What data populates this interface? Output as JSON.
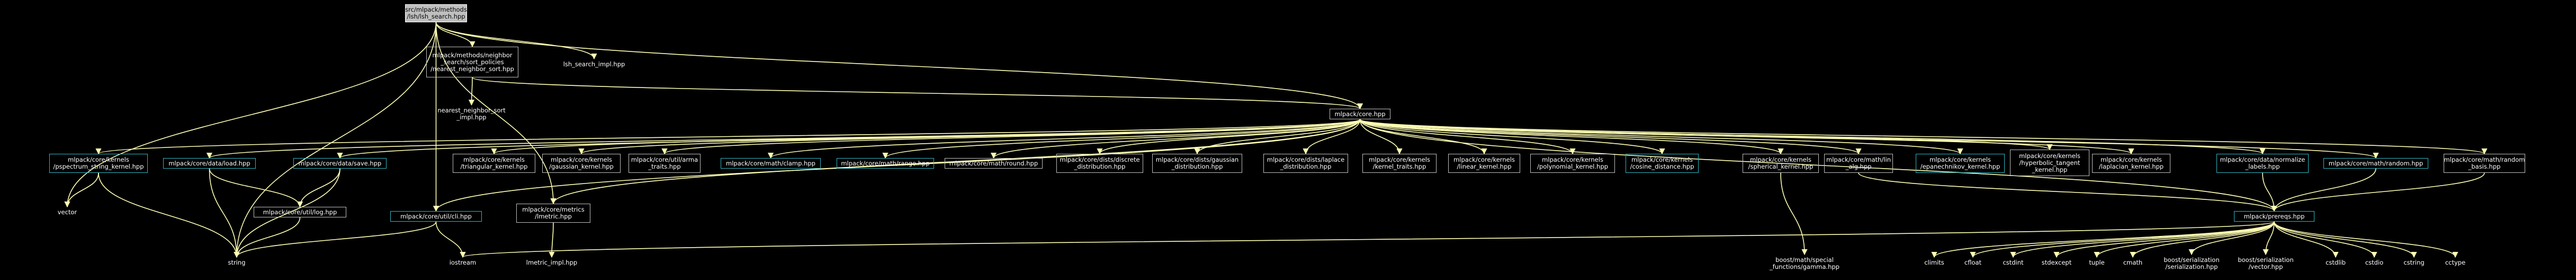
{
  "nodes": {
    "root": "src/mlpack/methods\n/lsh/lsh_search.hpp",
    "ns_sort": "mlpack/methods/neighbor\n_search/sort_policies\n/nearest_neighbor_sort.hpp",
    "lsh_impl": "lsh_search_impl.hpp",
    "ns_sort_impl": "nearest_neighbor_sort\n_impl.hpp",
    "core": "mlpack/core.hpp",
    "pspectrum": "mlpack/core/kernels\n/pspectrum_string_kernel.hpp",
    "data_load": "mlpack/core/data/load.hpp",
    "data_save": "mlpack/core/data/save.hpp",
    "triangular": "mlpack/core/kernels\n/triangular_kernel.hpp",
    "gaussian": "mlpack/core/kernels\n/gaussian_kernel.hpp",
    "arma_traits": "mlpack/core/util/arma\n_traits.hpp",
    "clamp": "mlpack/core/math/clamp.hpp",
    "range": "mlpack/core/math/range.hpp",
    "round": "mlpack/core/math/round.hpp",
    "discrete": "mlpack/core/dists/discrete\n_distribution.hpp",
    "gaussian_dist": "mlpack/core/dists/gaussian\n_distribution.hpp",
    "laplace_dist": "mlpack/core/dists/laplace\n_distribution.hpp",
    "kernel_traits": "mlpack/core/kernels\n/kernel_traits.hpp",
    "linear": "mlpack/core/kernels\n/linear_kernel.hpp",
    "polynomial": "mlpack/core/kernels\n/polynomial_kernel.hpp",
    "cosine": "mlpack/core/kernels\n/cosine_distance.hpp",
    "spherical": "mlpack/core/kernels\n/spherical_kernel.hpp",
    "lin_alg": "mlpack/core/math/lin\n_alg.hpp",
    "epanechnikov": "mlpack/core/kernels\n/epanechnikov_kernel.hpp",
    "hyperbolic": "mlpack/core/kernels\n/hyperbolic_tangent\n_kernel.hpp",
    "laplacian": "mlpack/core/kernels\n/laplacian_kernel.hpp",
    "normalize": "mlpack/core/data/normalize\n_labels.hpp",
    "random": "mlpack/core/math/random.hpp",
    "random_basis": "mlpack/core/math/random\n_basis.hpp",
    "vector": "vector",
    "string": "string",
    "log": "mlpack/core/util/log.hpp",
    "cli": "mlpack/core/util/cli.hpp",
    "lmetric": "mlpack/core/metrics\n/lmetric.hpp",
    "iostream": "iostream",
    "lmetric_impl": "lmetric_impl.hpp",
    "gamma": "boost/math/special\n_functions/gamma.hpp",
    "prereqs": "mlpack/prereqs.hpp",
    "climits": "climits",
    "cfloat": "cfloat",
    "cstdint": "cstdint",
    "stdexcept": "stdexcept",
    "tuple": "tuple",
    "cmath": "cmath",
    "ser_serialization": "boost/serialization\n/serialization.hpp",
    "ser_vector": "boost/serialization\n/vector.hpp",
    "cstdlib": "cstdlib",
    "cstdio": "cstdio",
    "cstring": "cstring",
    "cctype": "cctype"
  }
}
